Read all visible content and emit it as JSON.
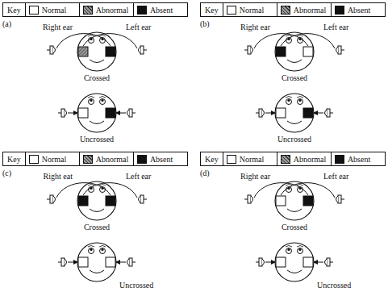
{
  "diagram": {
    "labels": [
      "Key",
      "(a)",
      "Right ear",
      "Left ear",
      "Crossed",
      "Uncrossed",
      "Key",
      "(b)",
      "Right ear",
      "Left ear",
      "Crossed",
      "Uncrossed",
      "Key",
      "(c)",
      "Right eat",
      "Left ear",
      "Crossed",
      "Uncrossed",
      "Key",
      "(d)",
      "Right ear",
      "Left ear",
      "Crossed",
      "Uncrossed"
    ],
    "legend": [
      {
        "text": "Normal",
        "color": "#ffffff"
      },
      {
        "text": "Abnormal",
        "color": "#9a9a9a"
      },
      {
        "text": "Absent",
        "color": "#111111"
      },
      {
        "text": "Normal",
        "color": "#ffffff"
      },
      {
        "text": "Abnormal",
        "color": "#9a9a9a"
      },
      {
        "text": "Absent",
        "color": "#111111"
      },
      {
        "text": "Normal",
        "color": "#ffffff"
      },
      {
        "text": "Abnormal",
        "color": "#9a9a9a"
      },
      {
        "text": "Absent",
        "color": "#111111"
      },
      {
        "text": "Normal",
        "color": "#ffffff"
      },
      {
        "text": "Abnormal",
        "color": "#9a9a9a"
      },
      {
        "text": "Absent",
        "color": "#111111"
      }
    ]
  }
}
